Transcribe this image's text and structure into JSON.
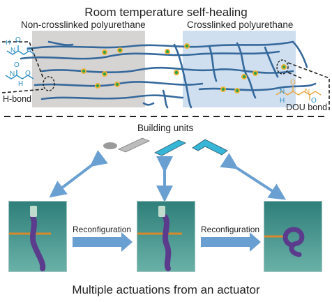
{
  "header": {
    "title": "Room temperature self-healing"
  },
  "top_panel": {
    "left_region_label": "Non-crosslinked polyurethane",
    "right_region_label": "Crosslinked polyurethane",
    "left_callout_label": "H-bond",
    "right_callout_label": "DOU bond",
    "left_chem_atoms": [
      "H",
      "N",
      "O",
      "O",
      "N",
      "O",
      "O",
      "H"
    ],
    "right_chem_atoms": [
      "O",
      "N",
      "O",
      "N",
      "H"
    ]
  },
  "bottom_panel": {
    "building_units_label": "Building units",
    "arrow_label_1": "Reconfiguration",
    "arrow_label_2": "Reconfiguration",
    "footer": "Multiple actuations from an actuator"
  },
  "colors": {
    "left_region": "#d6d3d3",
    "right_region": "#cfdff0",
    "chain": "#35699b",
    "node_orange": "#f1b233",
    "node_green": "#2fa34a",
    "big_arrow": "#6a9fd2",
    "photo_bg": "#3c8c86",
    "actuator": "#5b3c8c",
    "unit_cyan": "#38b6d8",
    "chem_blue": "#2e8fc4",
    "chem_orange": "#e8a640"
  }
}
